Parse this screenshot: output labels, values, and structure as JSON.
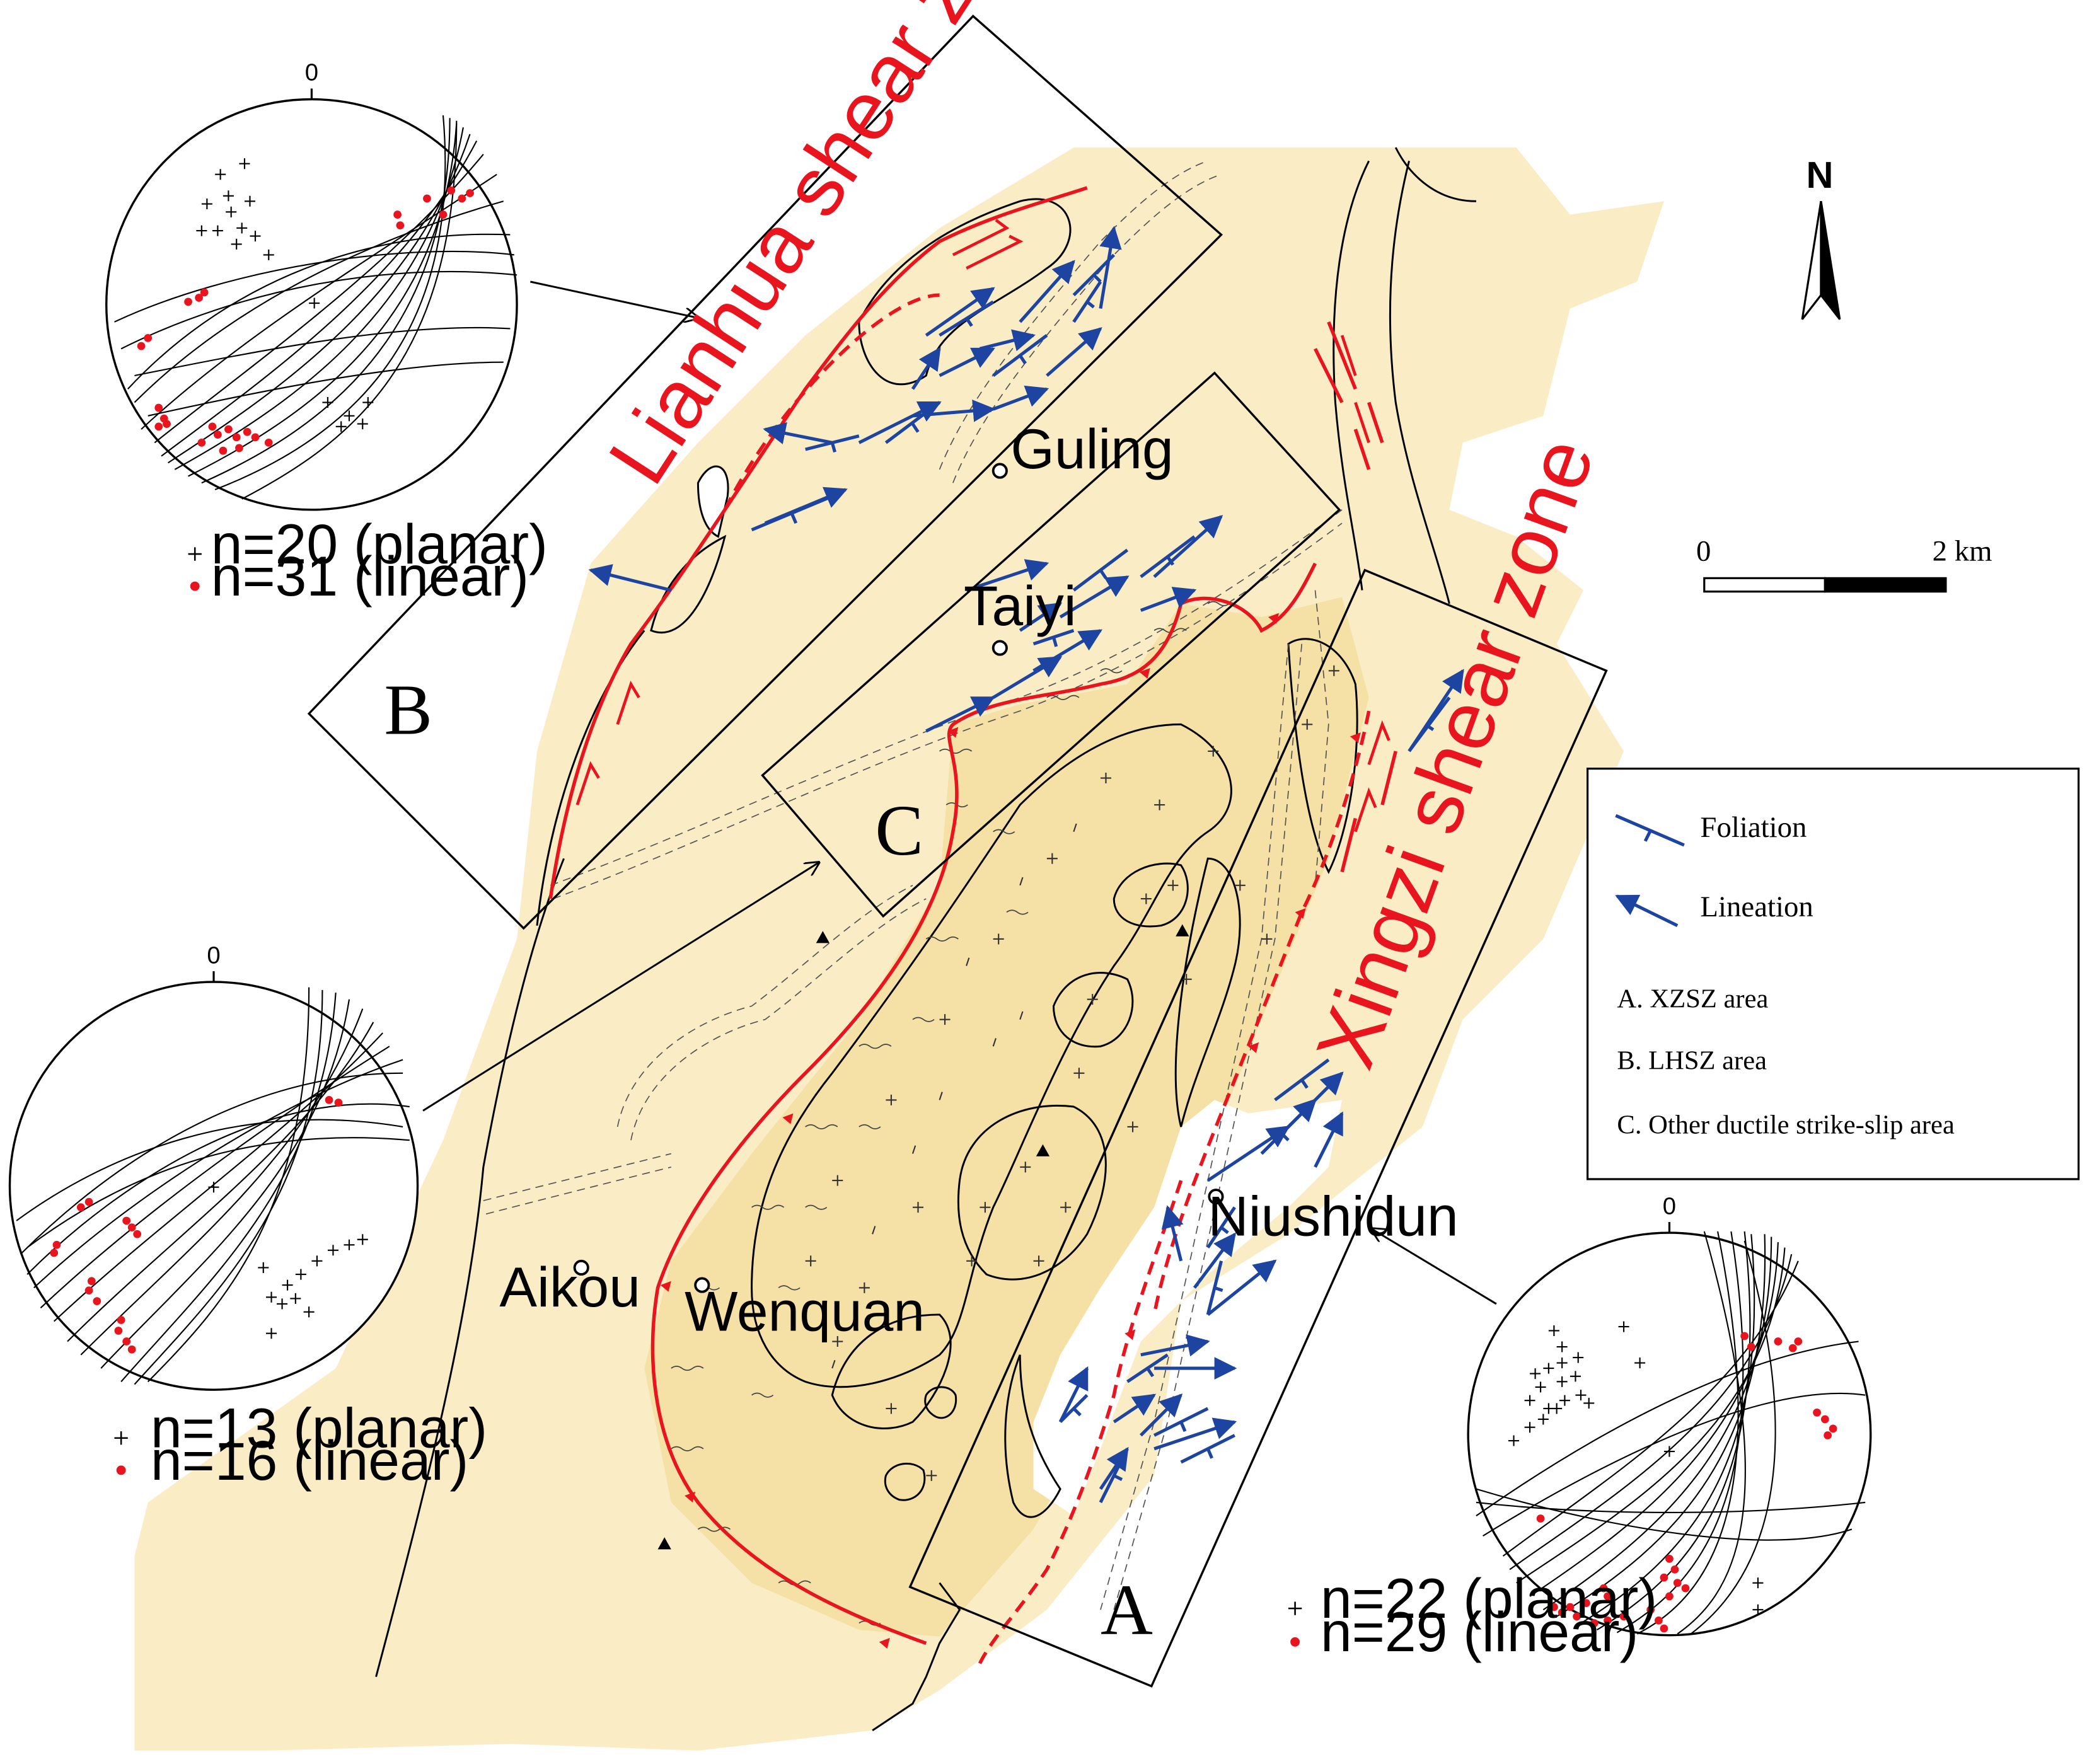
{
  "title": "",
  "shear_zones": {
    "lianhua": "Lianhua shear zone",
    "xingzi": "Xingzi shear zone"
  },
  "places": {
    "guling": "Guling",
    "taiyi": "Taiyi",
    "aikou": "Aikou",
    "wenquan": "Wenquan",
    "niushidun": "Niushidun"
  },
  "areas": {
    "a": "A",
    "b": "B",
    "c": "C"
  },
  "north": "N",
  "scale": {
    "min": "0",
    "max": "2 km"
  },
  "legend": {
    "foliation": "Foliation",
    "lineation": "Lineation",
    "area_a": "A. XZSZ area",
    "area_b": "B. LHSZ area",
    "area_c": "C. Other ductile strike-slip area"
  },
  "stereonets": {
    "lhsz": {
      "zero": "0",
      "planar": "n=20 (planar)",
      "linear": "n=31 (linear)"
    },
    "other": {
      "zero": "0",
      "planar": "n=13 (planar)",
      "linear": "n=16 (linear)"
    },
    "xzsz": {
      "zero": "0",
      "planar": "n=22 (planar)",
      "linear": "n=29 (linear)"
    }
  },
  "colors": {
    "outer_unit": "#faedc6",
    "inner_unit": "#f5e0a5",
    "fault": "#e8141e",
    "structure": "#1d44a0",
    "outline": "#000000"
  }
}
